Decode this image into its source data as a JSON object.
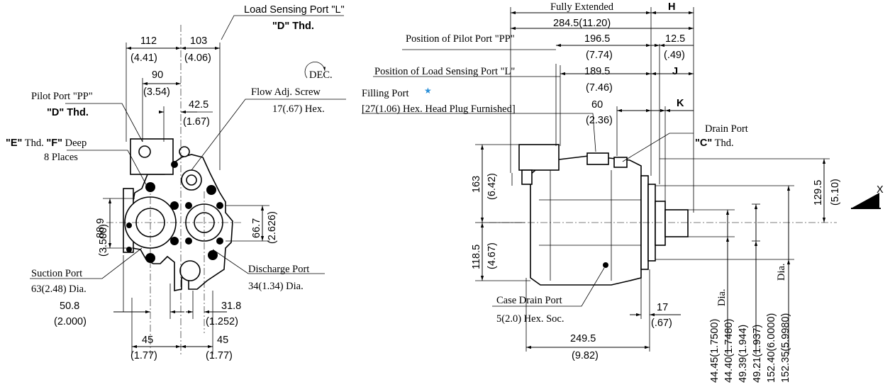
{
  "front": {
    "load_sensing_port": "Load Sensing Port \"L\"",
    "load_sensing_thread": "\"D\" Thd.",
    "dim_112": "112",
    "dim_112_in": "(4.41)",
    "dim_103": "103",
    "dim_103_in": "(4.06)",
    "dim_90": "90",
    "dim_90_in": "(3.54)",
    "dim_42_5": "42.5",
    "dim_42_5_in": "(1.67)",
    "dec": "DEC.",
    "flow_adj": "Flow Adj. Screw",
    "flow_adj_hex": "17(.67) Hex.",
    "pilot_port": "Pilot Port \"PP\"",
    "pilot_thread": "\"D\" Thd.",
    "e_thd_a": "\"E\"",
    "e_thd_b": " Thd. ",
    "f_deep_a": "\"F\"",
    "f_deep_b": " Deep",
    "places": "8 Places",
    "dim_88_9": "88.9",
    "dim_88_9_in": "(3.500)",
    "dim_66_7": "66.7",
    "dim_66_7_in": "(2.626)",
    "suction_port": "Suction Port",
    "suction_dia": "63(2.48) Dia.",
    "discharge_port": "Discharge Port",
    "discharge_dia": "34(1.34) Dia.",
    "dim_50_8": "50.8",
    "dim_50_8_in": "(2.000)",
    "dim_31_8": "31.8",
    "dim_31_8_in": "(1.252)",
    "dim_45a": "45",
    "dim_45a_in": "(1.77)",
    "dim_45b": "45",
    "dim_45b_in": "(1.77)"
  },
  "side": {
    "fully_extended": "Fully Extended",
    "H": "H",
    "dim_284_5": "284.5(11.20)",
    "pilot_pos": "Position of Pilot Port \"PP\"",
    "dim_196_5": "196.5",
    "dim_196_5_in": "(7.74)",
    "dim_12_5": "12.5",
    "dim_12_5_in": "(.49)",
    "ls_pos": "Position of Load Sensing Port \"L\"",
    "dim_189_5": "189.5",
    "dim_189_5_in": "(7.46)",
    "J": "J",
    "filling_port": "Filling Port",
    "star": "★",
    "filling_plug": "[27(1.06) Hex. Head Plug Furnished]",
    "dim_60": "60",
    "dim_60_in": "(2.36)",
    "K": "K",
    "drain_port": "Drain Port",
    "drain_thread_a": "\"C\"",
    "drain_thread_b": " Thd.",
    "dim_163": "163",
    "dim_163_in": "(6.42)",
    "dim_118_5": "118.5",
    "dim_118_5_in": "(4.67)",
    "dim_129_5": "129.5",
    "dim_129_5_in": "(5.10)",
    "X": "X",
    "case_drain": "Case Drain Port",
    "case_drain_hex": "5(2.0) Hex. Soc.",
    "dim_17": "17",
    "dim_17_in": "(.67)",
    "dim_249_5": "249.5",
    "dim_249_5_in": "(9.82)",
    "shaft_a": "44.45(1.7500)",
    "shaft_a2": "44.40(1.7480)",
    "dia": "Dia.",
    "shaft_b": "49.39(1.944)",
    "shaft_b2": "49.21(1.937)",
    "pilot_a": "152.40(6.0000)",
    "pilot_a2": "152.35(5.9980)",
    "dia2": "Dia."
  }
}
